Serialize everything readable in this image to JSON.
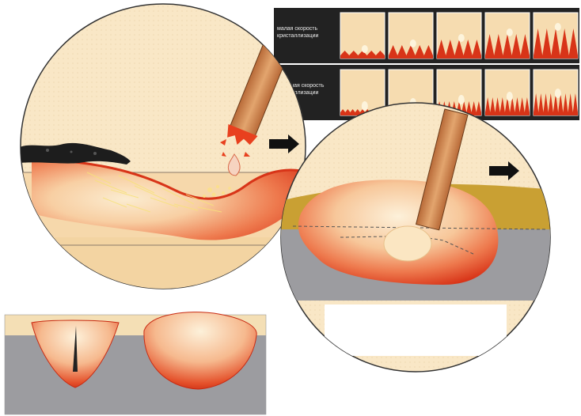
{
  "crystallization_strip": {
    "slow_label": "малая скорость кристаллизации",
    "fast_label": "большая скорость кристаллизации",
    "frame_count": 5
  },
  "colors": {
    "strip_background": "#222222",
    "frame_background": "#f6dcb0",
    "molten_red": "#d83418",
    "pool_core": "#fbe9c6",
    "base_metal": "#9c9ca0",
    "slag_layer": "#c9a033",
    "electrode": "#d7945a",
    "direction_arrow": "#111111"
  },
  "icons": [
    "direction-arrow-icon",
    "direction-arrow-icon"
  ]
}
